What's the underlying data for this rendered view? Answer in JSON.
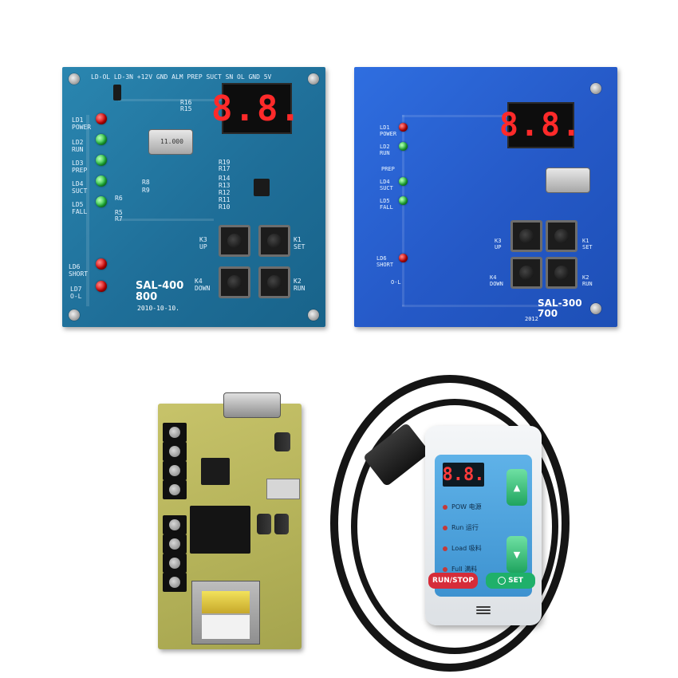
{
  "board1": {
    "leds": [
      {
        "label": "LD1\nPOWER",
        "color": "red"
      },
      {
        "label": "LD2\nRUN",
        "color": "green"
      },
      {
        "label": "LD3\nPREP",
        "color": "green"
      },
      {
        "label": "LD4\nSUCT",
        "color": "green"
      },
      {
        "label": "LD5\nFALL",
        "color": "green"
      },
      {
        "label": "LD6\nSHORT",
        "color": "red"
      },
      {
        "label": "LD7\nO-L",
        "color": "red"
      }
    ],
    "display": "8.8.",
    "header_pins": "LD-OL LD-3N +12V GND ALM PREP SUCT SN OL GND 5V",
    "crystal_label": "11.000",
    "resistor_labels": [
      "R16",
      "R15",
      "R19",
      "R17",
      "R14",
      "R13",
      "R12",
      "R11",
      "R10",
      "R8",
      "R9",
      "R6",
      "R5",
      "R7"
    ],
    "buttons": [
      {
        "label": "K3\nUP"
      },
      {
        "label": "K1\nSET"
      },
      {
        "label": "K4\nDOWN"
      },
      {
        "label": "K2\nRUN"
      }
    ],
    "model": "SAL-400\n800",
    "date": "2010-10-10."
  },
  "board2": {
    "leds": [
      {
        "label": "LD1\nPOWER",
        "color": "red"
      },
      {
        "label": "LD2\nRUN",
        "color": "green"
      },
      {
        "label": "PREP",
        "color": ""
      },
      {
        "label": "LD4\nSUCT",
        "color": "green"
      },
      {
        "label": "LD5\nFALL",
        "color": "green"
      },
      {
        "label": "LD6\nSHORT",
        "color": "red"
      },
      {
        "label": "O-L",
        "color": ""
      }
    ],
    "display": "8.8.",
    "buttons": [
      {
        "label": "K3\nUP"
      },
      {
        "label": "K1\nSET"
      },
      {
        "label": "K4\nDOWN"
      },
      {
        "label": "K2\nRUN"
      }
    ],
    "model": "SAL-300\n700",
    "date": "2012"
  },
  "pendant": {
    "display": "8.8.",
    "status": [
      {
        "label": "POW 电源"
      },
      {
        "label": "Run 运行"
      },
      {
        "label": "Load 吸料"
      },
      {
        "label": "Full 满料"
      }
    ],
    "up_icon": "up-arrow-icon",
    "down_icon": "down-arrow-icon",
    "run_stop": "RUN/STOP",
    "set": "SET"
  },
  "colors": {
    "board1": "#1f6f99",
    "board2": "#2559c7",
    "relay_board": "#b3b158",
    "pendant_panel": "#3d92d0"
  }
}
